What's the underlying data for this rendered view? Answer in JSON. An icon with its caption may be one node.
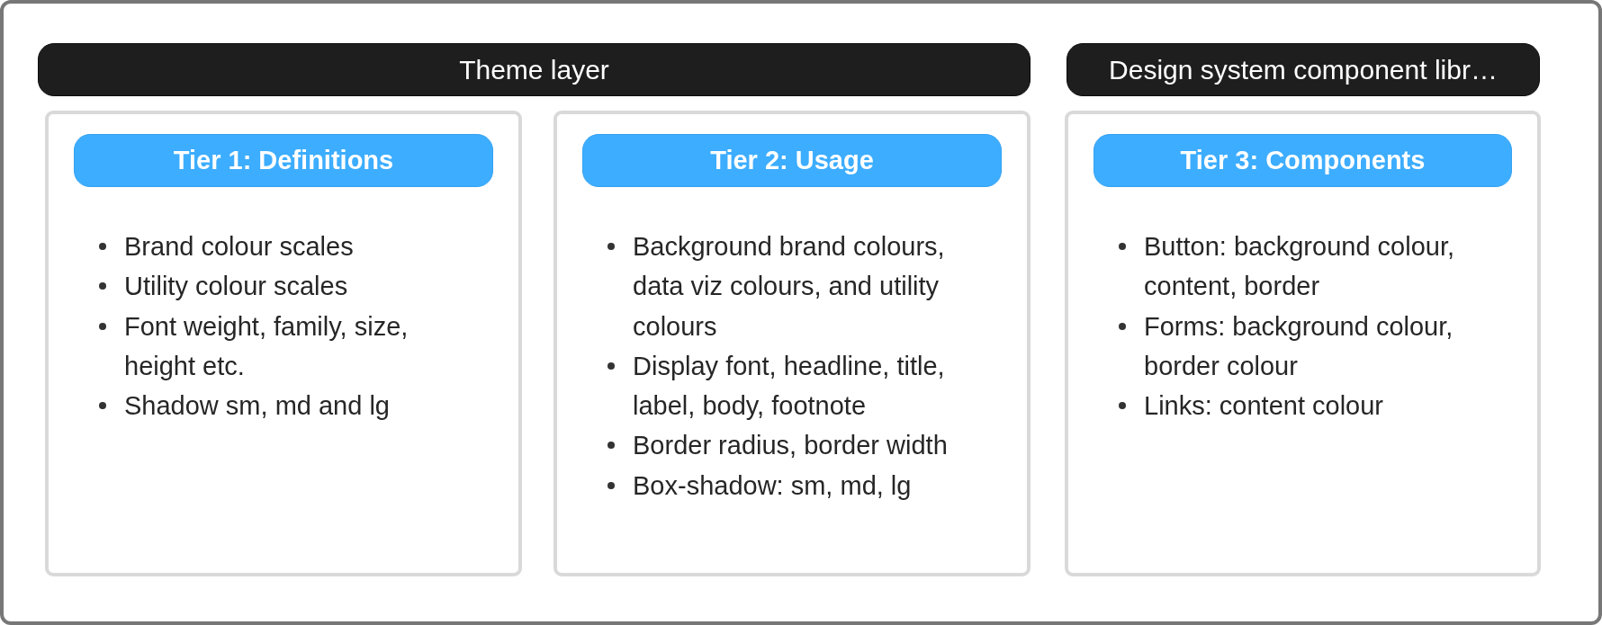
{
  "diagram": {
    "nodes": [
      {
        "text": [
          "Theme layer"
        ]
      },
      {
        "text": [
          "Design system component libr…"
        ]
      },
      {
        "text": [
          "Brand colour scales",
          "Utility colour scales",
          "Font weight, family, size, height etc.",
          "Shadow sm, md and lg"
        ]
      },
      {
        "text": [
          "Tier 1: Definitions"
        ],
        "in": 2
      },
      {
        "text": [
          "Background brand colours, data viz colours, and utility colours",
          "Display font, headline, title, label, body, footnote",
          "Border radius, border width",
          "Box-shadow: sm, md, lg"
        ]
      },
      {
        "text": [
          "Tier 2: Usage"
        ],
        "in": 4
      },
      {
        "text": [
          "Button: background colour, content, border",
          "Forms: background colour, border colour",
          "Links: content colour"
        ]
      },
      {
        "text": [
          "Tier 3: Components"
        ],
        "in": 6
      }
    ]
  }
}
